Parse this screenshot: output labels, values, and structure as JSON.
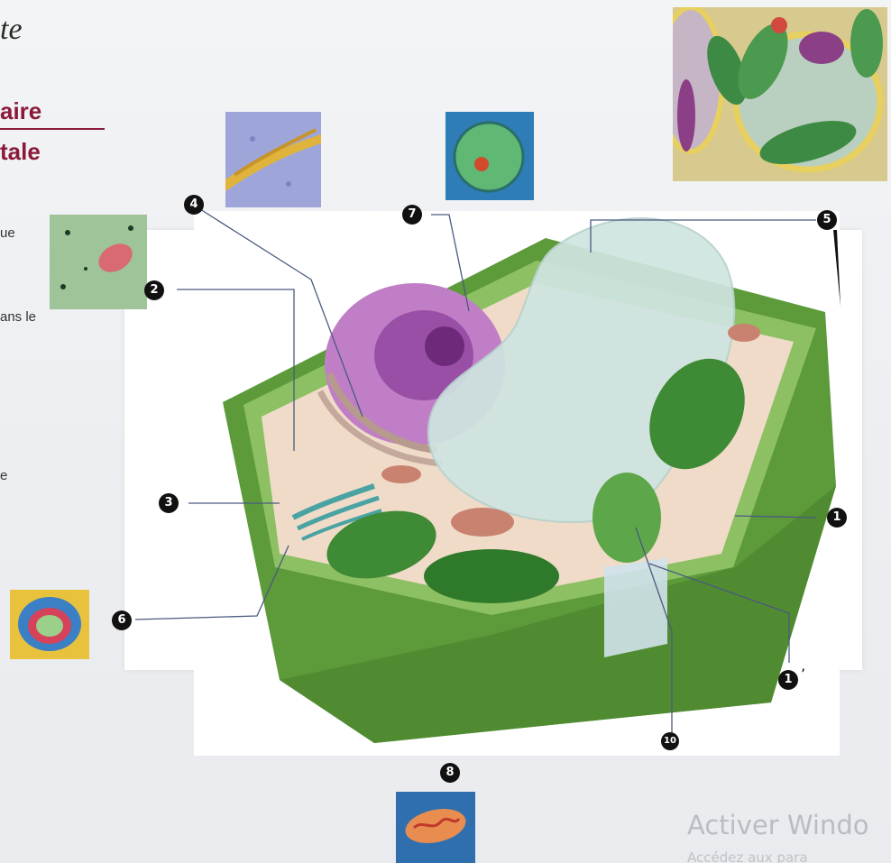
{
  "page": {
    "title_fragment": "te",
    "heading_line1": "aire",
    "heading_line2": "tale",
    "text_fragments": [
      "ue",
      "ans le",
      "e"
    ]
  },
  "labels": [
    "1",
    "1",
    "2",
    "3",
    "4",
    "5",
    "6",
    "7",
    "8",
    "10"
  ],
  "prime_mark": "’",
  "watermark": {
    "line1": "Activer Windo",
    "line2": "Accédez aux para"
  },
  "colors": {
    "heading": "#8b1a3a",
    "cell_wall": "#5c9a3a",
    "vacuole": "#cfe4e0",
    "nucleus": "#9a4fa6",
    "chloroplast": "#3f8a34"
  }
}
